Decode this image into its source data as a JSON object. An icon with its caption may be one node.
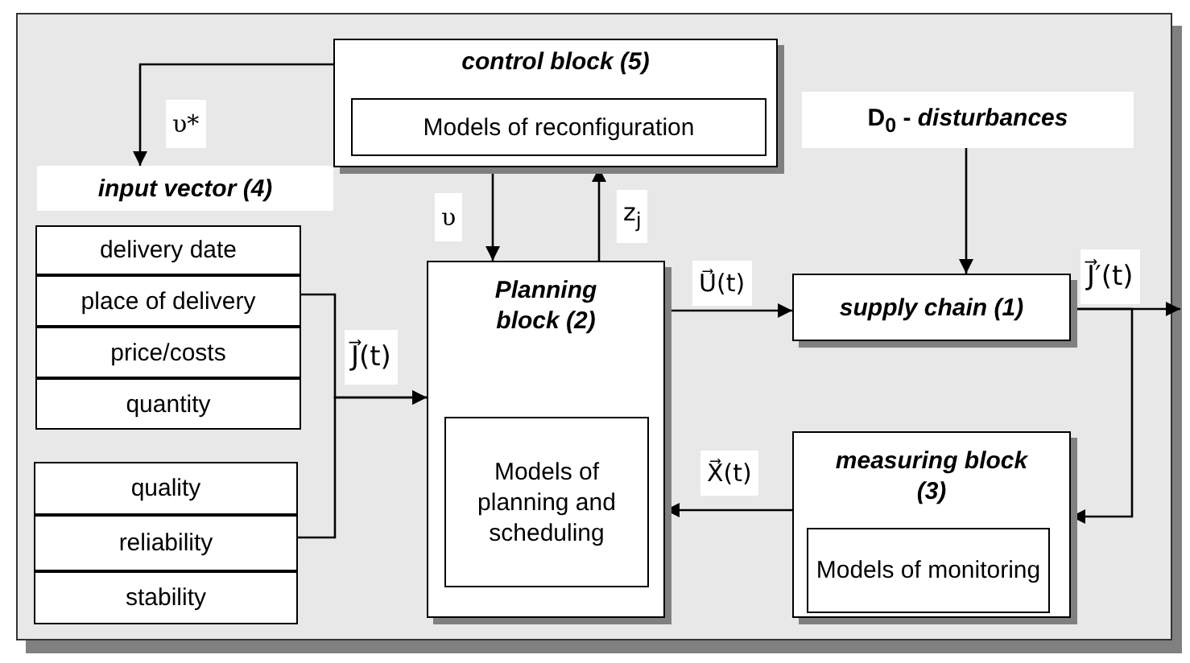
{
  "diagram": {
    "nodes": [
      {
        "text": [
          "control block (5)"
        ]
      },
      {
        "text": [
          "Models of reconfiguration"
        ],
        "in": 0
      },
      {
        "text": [
          "input vector (4)"
        ]
      },
      {
        "text": [
          "D$_{0}$ - *disturbances*"
        ]
      },
      {
        "text": [
          "delivery date"
        ]
      },
      {
        "text": [
          "place of delivery"
        ]
      },
      {
        "text": [
          "price/costs"
        ]
      },
      {
        "text": [
          "quantity"
        ]
      },
      {
        "text": [
          "Planning block (2)"
        ]
      },
      {
        "text": [
          "Models of planning and scheduling"
        ],
        "in": 8
      },
      {
        "text": [
          "supply chain (1)"
        ]
      },
      {
        "text": [
          "quality"
        ]
      },
      {
        "text": [
          "reliability"
        ]
      },
      {
        "text": [
          "stability"
        ]
      },
      {
        "text": [
          "measuring block (3)"
        ]
      },
      {
        "text": [
          "Models of monitoring"
        ],
        "in": 14
      }
    ],
    "edges": [
      {
        "from": 0,
        "to": 2,
        "arrow": "to",
        "label": "υ*"
      },
      {
        "from": 0,
        "to": 8,
        "arrow": "to",
        "label": "υ"
      },
      {
        "from": 8,
        "to": 0,
        "arrow": "to",
        "label": "z$_{j}$"
      },
      {
        "from": 5,
        "to": 8,
        "arrow": "to",
        "label": "J⃗(t)"
      },
      {
        "from": 12,
        "to": 8,
        "arrow": "to"
      },
      {
        "from": 8,
        "to": 10,
        "arrow": "to",
        "label": "U⃗(t)"
      },
      {
        "from": 3,
        "to": 10,
        "arrow": "to"
      },
      {
        "from": 10,
        "to": null,
        "arrow": "to",
        "label": "J⃗′(t)"
      },
      {
        "from": 10,
        "to": 14,
        "arrow": "to"
      },
      {
        "from": 14,
        "to": 8,
        "arrow": "to",
        "label": "X⃗(t)"
      }
    ]
  }
}
